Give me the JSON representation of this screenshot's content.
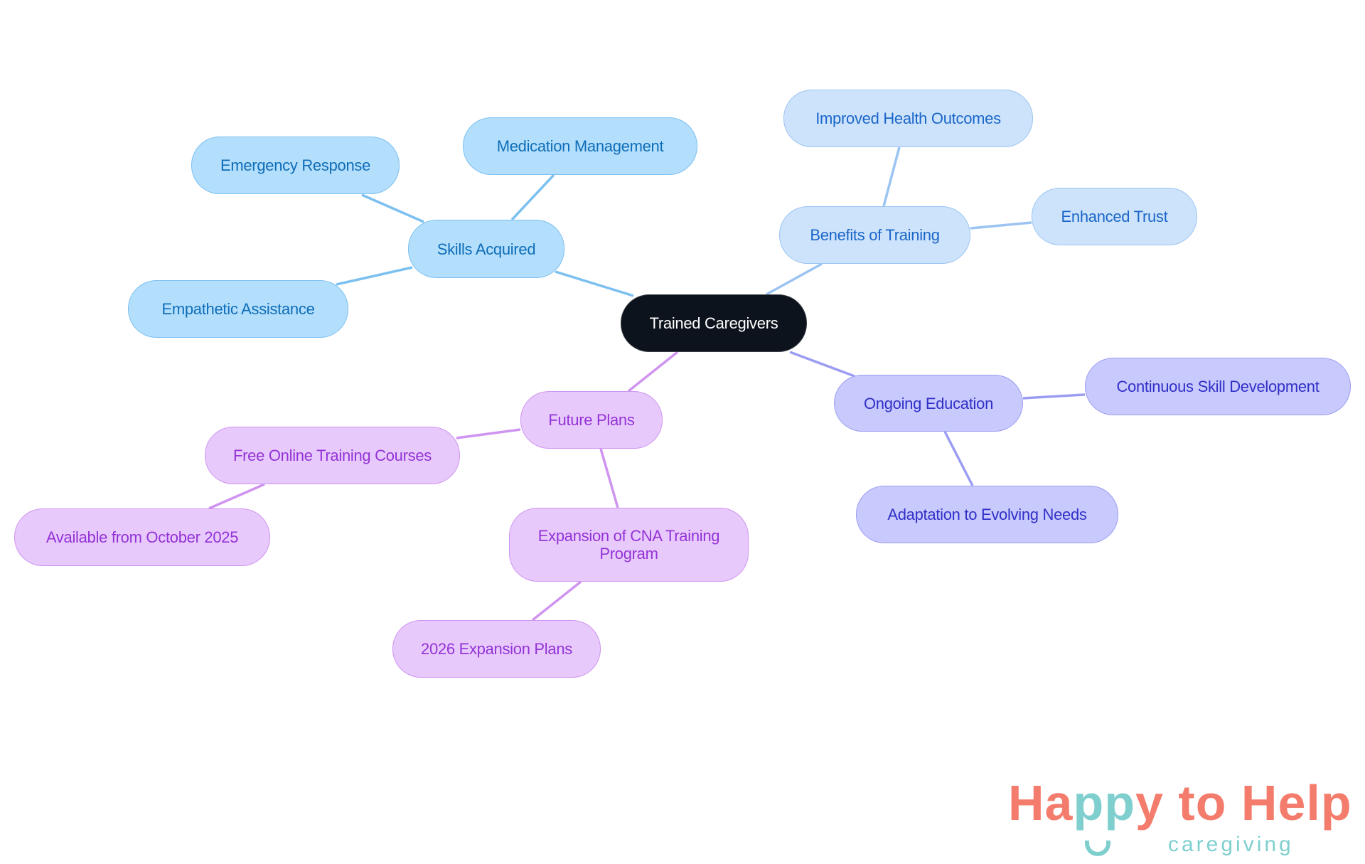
{
  "mindmap": {
    "root": "Trained Caregivers",
    "branches": [
      {
        "label": "Skills Acquired",
        "color": "#7cc0f0",
        "children": [
          "Medication Management",
          "Emergency Response",
          "Empathetic Assistance"
        ]
      },
      {
        "label": "Benefits of Training",
        "color": "#9cc4f2",
        "children": [
          "Improved Health Outcomes",
          "Enhanced Trust"
        ]
      },
      {
        "label": "Ongoing Education",
        "color": "#9c9df2",
        "children": [
          "Continuous Skill Development",
          "Adaptation to Evolving Needs"
        ]
      },
      {
        "label": "Future Plans",
        "color": "#cf94f0",
        "children": [
          "Free Online Training Courses",
          "Expansion of CNA Training Program"
        ],
        "grandchildren": {
          "free_online": "Available from October 2025",
          "cna": "2026 Expansion Plans"
        }
      }
    ]
  },
  "logo": {
    "part1": "Ha",
    "part2": "pp",
    "part3": "y to Help",
    "sub": "caregiving",
    "coral": "#f47c6c",
    "teal": "#7fcfcf"
  }
}
